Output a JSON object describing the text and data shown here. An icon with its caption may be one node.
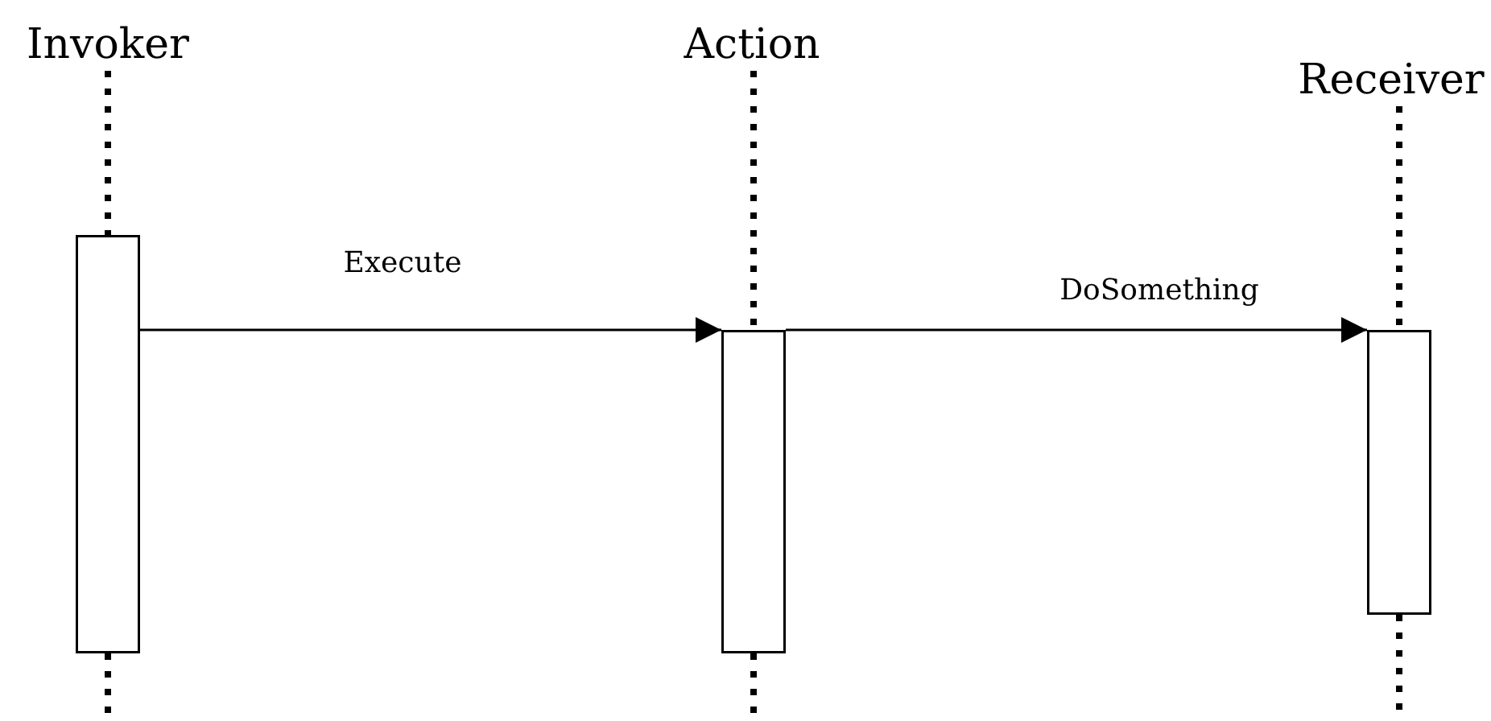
{
  "diagram": {
    "nodes": [
      {
        "text": [
          "Invoker"
        ]
      },
      {
        "text": [
          "Action"
        ]
      },
      {
        "text": [
          "Receiver"
        ]
      },
      {
        "text": [],
        "shape": "bar"
      },
      {
        "text": [],
        "shape": "bar"
      },
      {
        "text": [],
        "shape": "bar"
      }
    ],
    "edges": [
      {
        "from": 0,
        "to": 3,
        "arrow": "none",
        "style": "dashed"
      },
      {
        "from": 1,
        "to": 4,
        "arrow": "none",
        "style": "dashed"
      },
      {
        "from": 2,
        "to": 5,
        "arrow": "none",
        "style": "dashed"
      },
      {
        "from": 3,
        "to": null,
        "arrow": "none",
        "style": "dashed"
      },
      {
        "from": 4,
        "to": null,
        "arrow": "none",
        "style": "dashed"
      },
      {
        "from": 5,
        "to": null,
        "arrow": "none",
        "style": "dashed"
      },
      {
        "from": 3,
        "to": 4,
        "arrow": "to",
        "label": "Execute"
      },
      {
        "from": 4,
        "to": 5,
        "arrow": "to",
        "label": "DoSomething"
      }
    ]
  }
}
